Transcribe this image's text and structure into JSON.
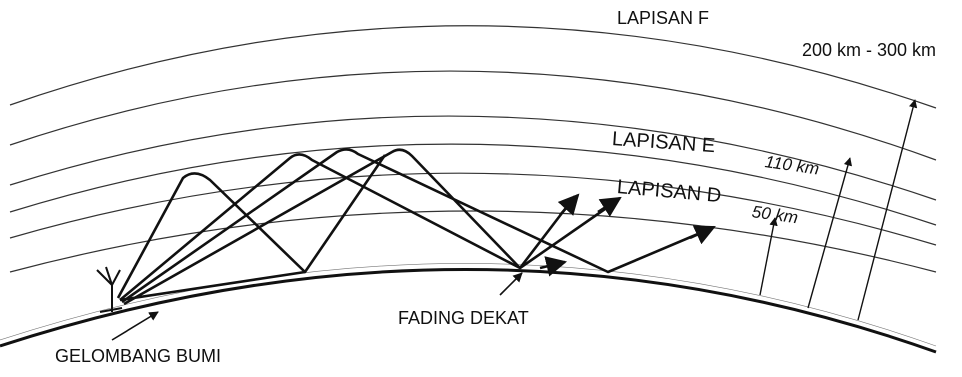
{
  "labels": {
    "layer_f": "LAPISAN F",
    "layer_f_height": "200 km - 300 km",
    "layer_e": "LAPISAN E",
    "layer_e_height": "110 km",
    "layer_d": "LAPISAN D",
    "layer_d_height": "50 km",
    "near_fading": "FADING DEKAT",
    "ground_wave": "GELOMBANG BUMI"
  },
  "colors": {
    "line": "#111111",
    "layer": "#333333"
  }
}
